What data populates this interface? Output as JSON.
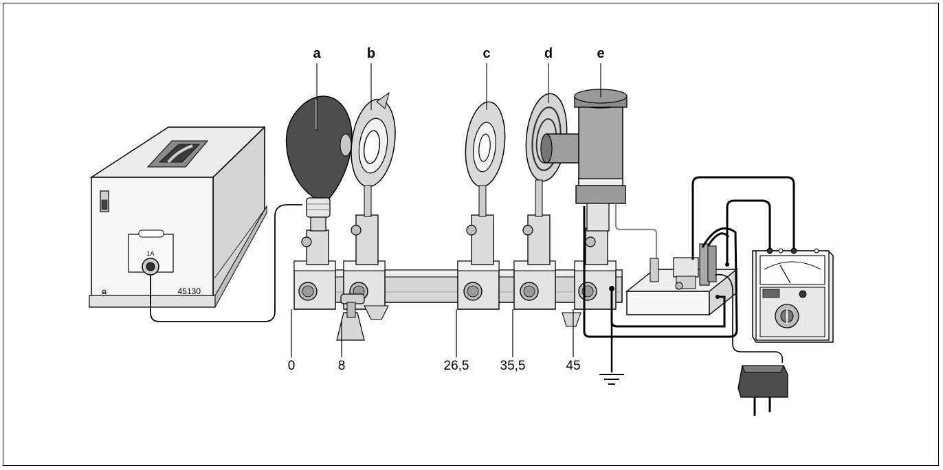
{
  "component_labels": {
    "a": "a",
    "b": "b",
    "c": "c",
    "d": "d",
    "e": "e"
  },
  "rail_positions": {
    "p0": "0",
    "p8": "8",
    "p26": "26,5",
    "p35": "35,5",
    "p45": "45"
  },
  "power_supply": {
    "model": "45130",
    "socket_label": "1A"
  },
  "colors": {
    "line": "#000000",
    "dark_gray": "#555555",
    "mid_gray": "#9a9a9a",
    "light_gray": "#cfcfcf",
    "pale_gray": "#e6e6e6"
  }
}
